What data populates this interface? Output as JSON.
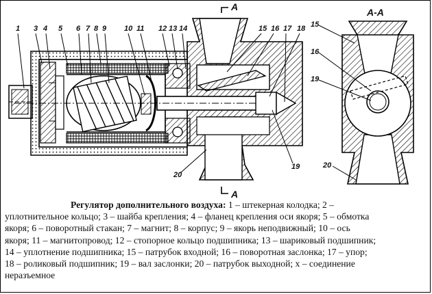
{
  "section_labels": {
    "top_left": "Г",
    "top_left_letter": "А",
    "bottom_left": "L",
    "bottom_left_letter": "А",
    "view_title": "А-А"
  },
  "callouts_top": [
    "1",
    "3",
    "4",
    "5",
    "6",
    "7",
    "8",
    "9",
    "10",
    "11",
    "12",
    "13",
    "14",
    "15",
    "16",
    "17",
    "18"
  ],
  "callouts_other": {
    "c20": "20",
    "c19": "19",
    "r15": "15",
    "r16": "16",
    "r19": "19",
    "r20": "20"
  },
  "caption": {
    "title": "Регулятор дополнительного воздуха:",
    "lines": [
      " 1 – штекерная колодка; 2 –",
      "уплотнительное кольцо; 3 – шайба крепления; 4 – фланец крепления оси якоря; 5 – обмотка",
      "якоря; 6 – поворотный стакан; 7 – магнит; 8 – корпус; 9 – якорь неподвижный; 10 – ось",
      "якоря; 11 – магнитопровод; 12 – стопорное кольцо подшипника; 13 – шариковый подшипник;",
      "14 – уплотнение подшипника; 15 – патрубок входной; 16 – поворотная заслонка; 17 – упор;",
      "18 – роликовый подшипник; 19 – вал заслонки; 20 – патрубок выходной; х – соединение",
      "неразъемное"
    ]
  }
}
